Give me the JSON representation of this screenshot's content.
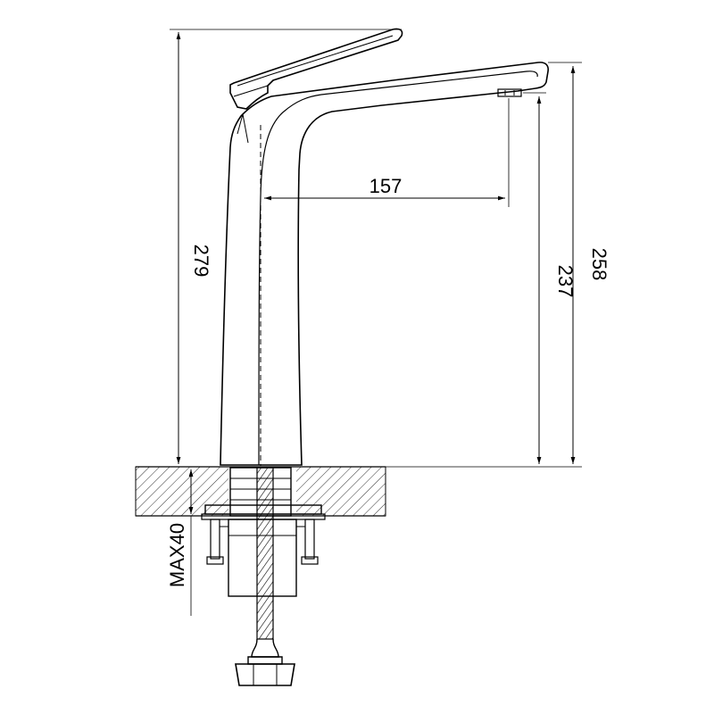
{
  "dimensions": {
    "total_height": "279",
    "spout_reach": "157",
    "spout_outlet_height": "237",
    "spout_top_height": "258",
    "max_counter_thickness": "MAX40"
  },
  "colors": {
    "line": "#000000",
    "background": "#ffffff"
  }
}
